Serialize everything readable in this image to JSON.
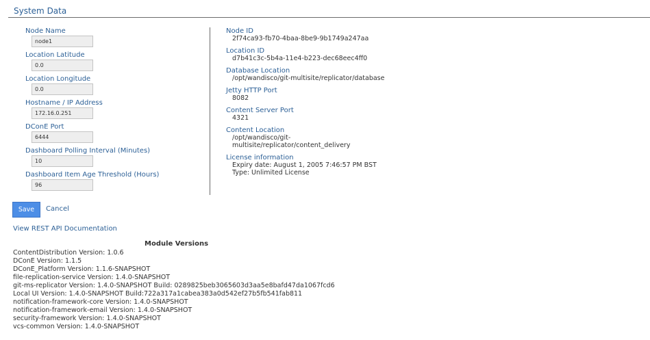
{
  "header": {
    "title": "System Data"
  },
  "form": {
    "fields": [
      {
        "label": "Node Name",
        "value": "node1"
      },
      {
        "label": "Location Latitude",
        "value": "0.0"
      },
      {
        "label": "Location Longitude",
        "value": "0.0"
      },
      {
        "label": "Hostname / IP Address",
        "value": "172.16.0.251"
      },
      {
        "label": "DConE Port",
        "value": "6444"
      },
      {
        "label": "Dashboard Polling Interval (Minutes)",
        "value": "10"
      },
      {
        "label": "Dashboard Item Age Threshold (Hours)",
        "value": "96"
      }
    ],
    "save_label": "Save",
    "cancel_label": "Cancel"
  },
  "info": {
    "node_id": {
      "label": "Node ID",
      "value": "2f74ca93-fb70-4baa-8be9-9b1749a247aa"
    },
    "location_id": {
      "label": "Location ID",
      "value": "d7b41c3c-5b4a-11e4-b223-dec68eec4ff0"
    },
    "database_location": {
      "label": "Database Location",
      "value": "/opt/wandisco/git-multisite/replicator/database"
    },
    "jetty_port": {
      "label": "Jetty HTTP Port",
      "value": "8082"
    },
    "content_server_port": {
      "label": "Content Server Port",
      "value": "4321"
    },
    "content_location": {
      "label": "Content Location",
      "value": "/opt/wandisco/git-multisite/replicator/content_delivery"
    },
    "license": {
      "label": "License information",
      "expiry": "Expiry date: August 1, 2005 7:46:57 PM BST",
      "type": "Type: Unlimited License"
    }
  },
  "links": {
    "rest_api": "View REST API Documentation"
  },
  "modules": {
    "title": "Module Versions",
    "items": [
      "ContentDistribution Version: 1.0.6",
      "DConE Version: 1.1.5",
      "DConE_Platform Version: 1.1.6-SNAPSHOT",
      "file-replication-service Version: 1.4.0-SNAPSHOT",
      "git-ms-replicator Version: 1.4.0-SNAPSHOT Build: 0289825beb3065603d3aa5e8bafd47da1067fcd6",
      "Local UI Version: 1.4.0-SNAPSHOT Build:722a317a1cabea383a0d542ef27b5fb541fab811",
      "notification-framework-core Version: 1.4.0-SNAPSHOT",
      "notification-framework-email Version: 1.4.0-SNAPSHOT",
      "security-framework Version: 1.4.0-SNAPSHOT",
      "vcs-common Version: 1.4.0-SNAPSHOT"
    ]
  }
}
